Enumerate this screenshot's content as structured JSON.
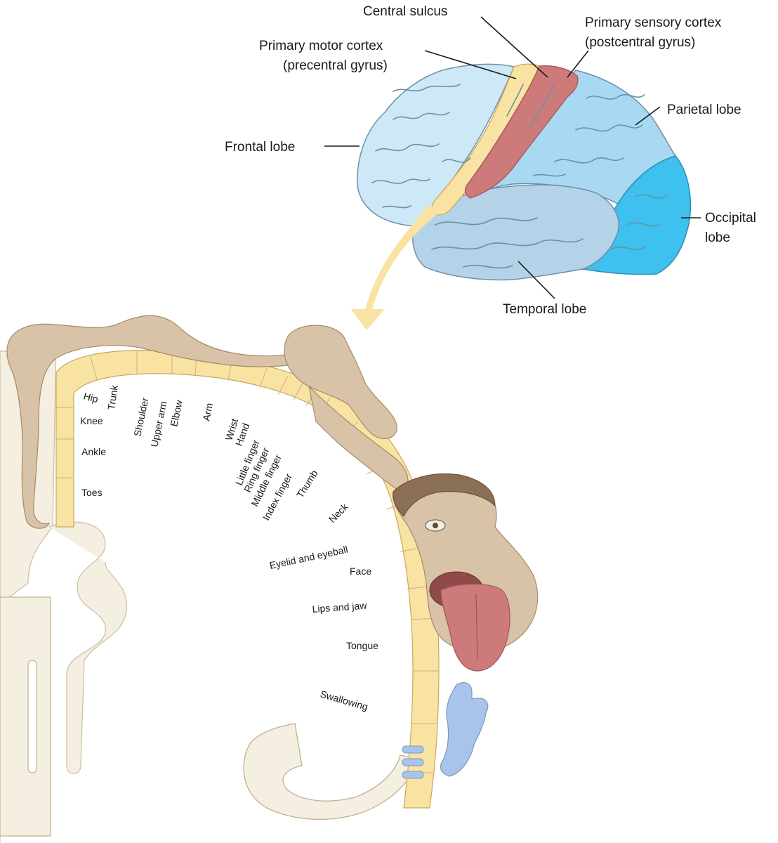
{
  "brain_labels": {
    "central_sulcus": "Central sulcus",
    "primary_sensory_line1": "Primary sensory cortex",
    "primary_sensory_line2": "(postcentral gyrus)",
    "primary_motor_line1": "Primary motor cortex",
    "primary_motor_line2": "(precentral gyrus)",
    "parietal_lobe": "Parietal lobe",
    "frontal_lobe": "Frontal lobe",
    "occipital_line1": "Occipital",
    "occipital_line2": "lobe",
    "temporal_lobe": "Temporal lobe"
  },
  "homunculus_labels": {
    "hip": "Hip",
    "trunk": "Trunk",
    "knee": "Knee",
    "ankle": "Ankle",
    "toes": "Toes",
    "shoulder": "Shoulder",
    "upper_arm": "Upper arm",
    "elbow": "Elbow",
    "arm": "Arm",
    "wrist": "Wrist",
    "hand": "Hand",
    "little_finger": "Little finger",
    "ring_finger": "Ring finger",
    "middle_finger": "Middle finger",
    "index_finger": "Index finger",
    "thumb": "Thumb",
    "neck": "Neck",
    "eyelid_eyeball": "Eyelid and eyeball",
    "face": "Face",
    "lips_jaw": "Lips and jaw",
    "tongue": "Tongue",
    "swallowing": "Swallowing"
  },
  "colors": {
    "frontal": "#cde9f8",
    "parietal": "#a8d8f2",
    "temporal": "#b5d3e8",
    "occipital": "#3ec1ee",
    "motor_strip": "#f9e3a2",
    "sensory_strip": "#cd7a7a",
    "homunculus_skin": "#d8c2a8",
    "cortex_band": "#f9e3a2",
    "white_matter": "#f4efe0",
    "tongue": "#cd7a7a",
    "larynx": "#a9c4ea"
  }
}
